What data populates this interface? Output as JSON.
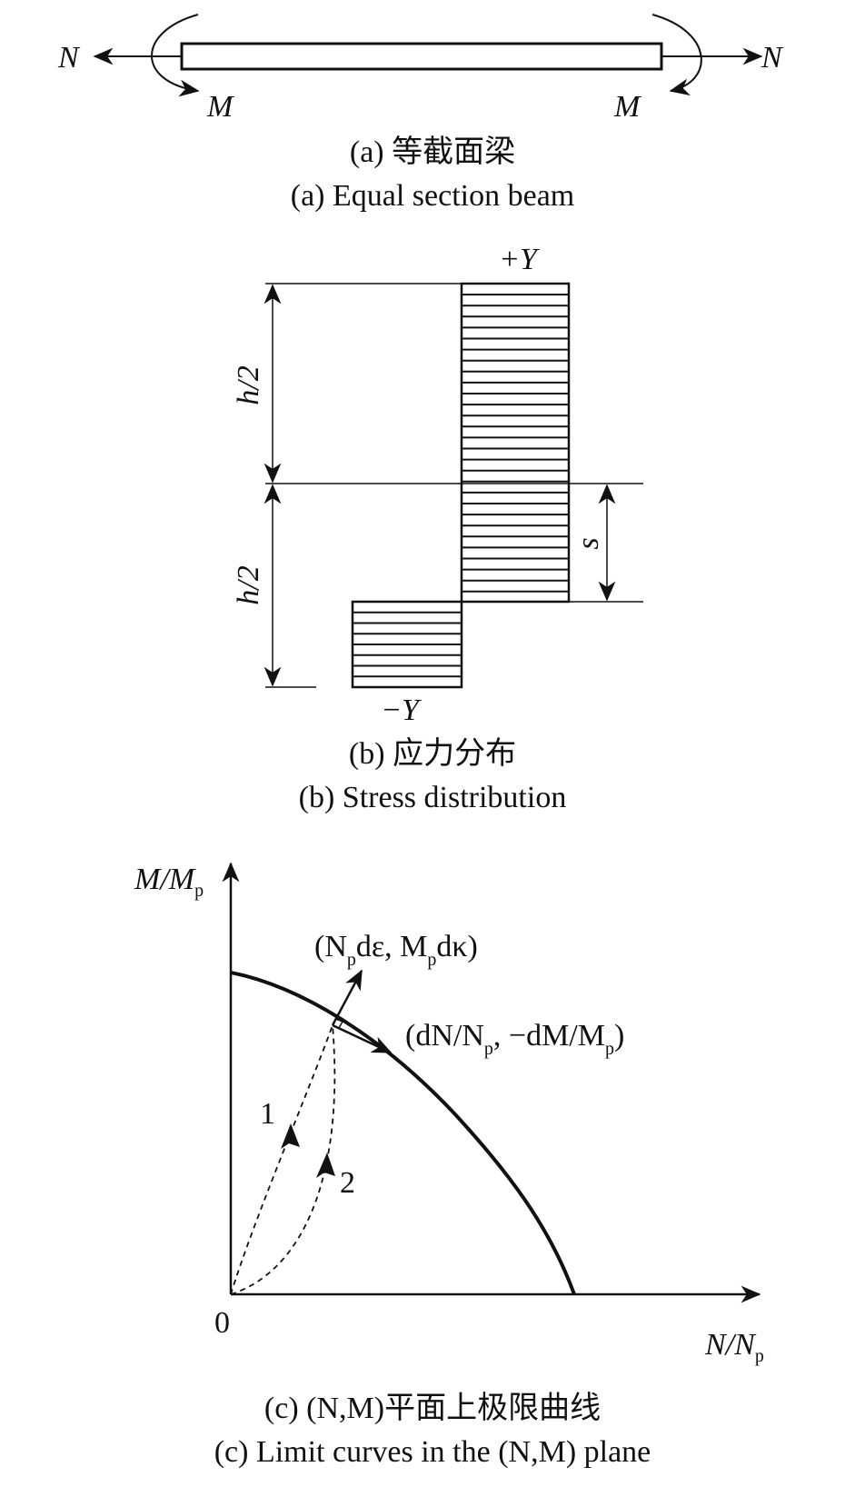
{
  "panel_a": {
    "force_label_left": "N",
    "force_label_right": "N",
    "moment_label_left": "M",
    "moment_label_right": "M",
    "caption_zh": "(a) 等截面梁",
    "caption_en": "(a) Equal section beam"
  },
  "panel_b": {
    "plus_y": "+Y",
    "minus_y": "−Y",
    "half_height_top": "h/2",
    "half_height_bottom": "h/2",
    "s_label": "s",
    "caption_zh": "(b) 应力分布",
    "caption_en": "(b) Stress distribution"
  },
  "panel_c": {
    "y_axis_label": "M/M",
    "y_axis_sub": "p",
    "x_axis_label": "N/N",
    "x_axis_sub": "p",
    "origin": "0",
    "normal_vector_label": "(N",
    "normal_vector_sub1": "p",
    "normal_vector_mid": "dε, M",
    "normal_vector_sub2": "p",
    "normal_vector_end": "dκ)",
    "tangent_label": "(dN/N",
    "tangent_sub1": "p",
    "tangent_mid": ", −dM/M",
    "tangent_sub2": "p",
    "tangent_end": ")",
    "path1_label": "1",
    "path2_label": "2",
    "caption_zh": "(c) (N,M)平面上极限曲线",
    "caption_en": "(c) Limit curves in the (N,M) plane"
  }
}
